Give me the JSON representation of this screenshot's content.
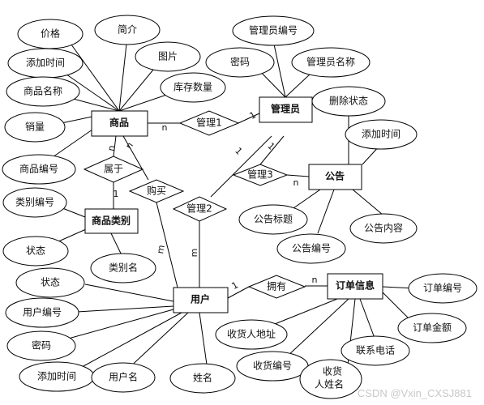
{
  "entities": {
    "goods": "商品",
    "admin": "管理员",
    "notice": "公告",
    "category": "商品类别",
    "user": "用户",
    "order": "订单信息"
  },
  "relations": {
    "manage1": "管理1",
    "belongs": "属于",
    "buy": "购买",
    "manage2": "管理2",
    "manage3": "管理3",
    "own": "拥有"
  },
  "attributes": {
    "goods_price": "价格",
    "goods_intro": "简介",
    "goods_addtime": "添加时间",
    "goods_image": "图片",
    "goods_stock": "库存数量",
    "goods_name": "商品名称",
    "goods_sales": "销量",
    "goods_no": "商品编号",
    "admin_no": "管理员编号",
    "admin_pwd": "密码",
    "admin_name": "管理员名称",
    "notice_delstatus": "删除状态",
    "notice_addtime": "添加时间",
    "notice_title": "公告标题",
    "notice_content": "公告内容",
    "notice_no": "公告编号",
    "cat_no": "类别编号",
    "cat_status": "状态",
    "cat_name": "类别名",
    "user_status": "状态",
    "user_no": "用户编号",
    "user_pwd": "密码",
    "user_addtime": "添加时间",
    "user_username": "用户名",
    "user_fullname": "姓名",
    "order_no": "订单编号",
    "order_amount": "订单金额",
    "order_phone": "联系电话",
    "order_address": "收货人地址",
    "order_recvno": "收货编号",
    "order_receiver_1": "收货",
    "order_receiver_2": "人姓名"
  },
  "cardinality": {
    "goods_manage1": "n",
    "manage1_admin": "1",
    "goods_belongs": "n",
    "belongs_category": "1",
    "goods_buy": "n",
    "buy_user": "m",
    "admin_manage2": "1",
    "manage2_user": "m",
    "admin_manage3": "1",
    "manage3_notice": "n",
    "user_own": "1",
    "own_order": "n"
  },
  "watermark": "CSDN @Vxin_CXSJ881"
}
